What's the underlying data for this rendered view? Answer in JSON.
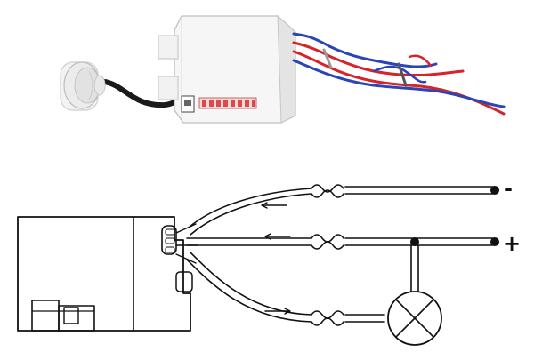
{
  "colors": {
    "background": "#ffffff",
    "ink": "#111111",
    "housing": "#f4f4f4",
    "wire_brown": "#1a1a1a",
    "wire_red": "#d7242b",
    "wire_blue": "#2a45b8",
    "dip_switch": "#d94a4a"
  },
  "photo": {
    "components": [
      "pir-sensor-dome",
      "sensor-housing",
      "black-cable",
      "red-blue-wires",
      "dip-switch"
    ]
  },
  "diagram": {
    "terminals": {
      "negative": "-",
      "positive": "+"
    },
    "symbols": [
      "lamp",
      "wire-splice",
      "junction-dot",
      "arrow-left",
      "arrow-right"
    ]
  }
}
